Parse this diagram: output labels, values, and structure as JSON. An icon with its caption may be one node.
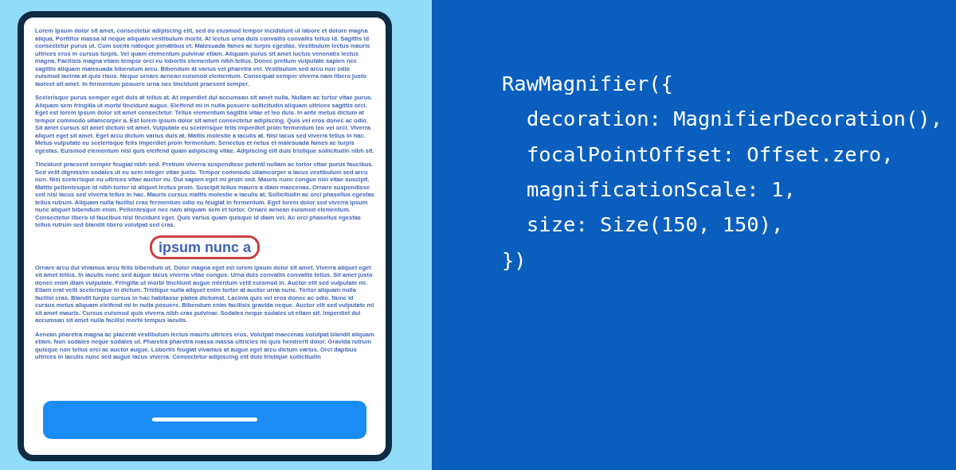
{
  "diagram": {
    "nodes": [
      {
        "text": [
          "Lorem ipsum dolor sit amet, consectetur adipiscing elit, sed do eiusmod tempor incididunt ut labore et dolore magna aliqua. Porttitor massa id neque aliquam vestibulum morbi. At lectus urna duis convallis convallis tellus id. Sagittis id consectetur purus ut. Cum sociis natoque penatibus et. Malesuada fames ac turpis egestas. Vestibulum lectus mauris ultrices eros in cursus turpis. Vel quam elementum pulvinar etiam. Aliquam purus sit amet luctus venenatis lectus magna. Facilisis magna etiam tempor orci eu lobortis elementum nibh tellus. Donec pretium vulputate sapien nec sagittis aliquam malesuada bibendum arcu. Bibendum at varius vel pharetra vel. Vestibulum sed arcu non odio euismod lacinia at quis risus. Neque ornare aenean euismod elementum. Consequat semper viverra nam libero justo laoreet sit amet. In fermentum posuere urna nec tincidunt praesent semper.",
          "Scelerisque purus semper eget duis at tellus at. At imperdiet dui accumsan sit amet nulla. Nullam ac tortor vitae purus. Aliquam sem fringilla ut morbi tincidunt augue. Eleifend mi in nulla posuere sollicitudin aliquam ultrices sagittis orci. Eget est lorem ipsum dolor sit amet consectetur. Tellus elementum sagittis vitae et leo duis. In ante metus dictum at tempor commodo ullamcorper a. Est lorem ipsum dolor sit amet consectetur adipiscing. Quis vel eros donec ac odio. Sit amet cursus sit amet dictum sit amet. Vulputate eu scelerisque felis imperdiet proin fermentum leo vel orci. Viverra aliquet eget sit amet. Eget arcu dictum varius duis at. Mattis molestie a iaculis at. Nisl lacus sed viverra tellus in hac. Metus vulputate eu scelerisque felis imperdiet proin fermentum. Senectus et netus et malesuada fames ac turpis egestas. Euismod elementum nisi quis eleifend quam adipiscing vitae. Adipiscing elit duis tristique sollicitudin nibh sit.",
          "Tincidunt praesent semper feugiat nibh sed. Pretium viverra suspendisse potenti nullam ac tortor vitae purus faucibus. Sed velit dignissim sodales ut eu sem integer vitae justo. Tempor commodo ullamcorper a lacus vestibulum sed arcu non. Nisi scelerisque eu ultrices vitae auctor eu. Dui sapien eget mi proin sed. Mauris nunc congue nisi vitae suscipit. Mattis pellentesque id nibh tortor id aliquet lectus proin. Suscipit tellus mauris a diam maecenas. Ornare suspendisse sed nisi lacus sed viverra tellus in hac. Mauris cursus mattis molestie a iaculis at. Sollicitudin ac orci phasellus egestas tellus rutrum. Aliquam nulla facilisi cras fermentum odio eu feugiat in fermentum. Eget lorem dolor sed viverra ipsum nunc aliquet bibendum enim. Pellentesque nec nam aliquam sem et tortor. Ornare aenean euismod elementum. Consectetur libero id faucibus nisl tincidunt eget. Quis varius quam quisque id diam vel. Ac orci phasellus egestas tellus rutrum sed blandit libero volutpat sed cras.",
          "Ornare arcu dui vivamus arcu felis bibendum ut. Dolor magna eget est lorem ipsum dolor sit amet. Viverra aliquet eget sit amet tellus. In iaculis nunc sed augue lacus viverra vitae congue. Urna duis convallis convallis tellus. Sit amet justo donec enim diam vulputate. Fringilla ut morbi tincidunt augue interdum velit euismod in. Auctor elit sed vulputate mi. Etiam erat velit scelerisque in dictum. Tristique nulla aliquet enim tortor at auctor urna nunc. Tortor aliquam nulla facilisi cras. Blandit turpis cursus in hac habitasse platea dictumst. Lacinia quis vel eros donec ac odio. Nunc id cursus metus aliquam eleifend mi in nulla posuere. Bibendum enim facilisis gravida neque. Auctor elit sed vulputate mi sit amet mauris. Cursus euismod quis viverra nibh cras pulvinar. Sodales neque sodales ut etiam sit. Imperdiet dui accumsan sit amet nulla facilisi morbi tempus iaculis.",
          "Aenean pharetra magna ac placerat vestibulum lectus mauris ultrices eros. Volutpat maecenas volutpat blandit aliquam etiam. Non sodales neque sodales ut. Pharetra pharetra massa massa ultricies mi quis hendrerit dolor. Gravida rutrum quisque non tellus orci ac auctor augue. Lobortis feugiat vivamus at augue eget arcu dictum varius. Orci dapibus ultrices in iaculis nunc sed augue lacus viverra. Consectetur adipiscing elit duis tristique sollicitudin"
        ]
      },
      {
        "text": [
          "ipsum nunc a"
        ],
        "in": 0
      }
    ],
    "labels": [
      "RawMagnifier({",
      "decoration: MagnifierDecoration(),",
      "focalPointOffset: Offset.zero,",
      "magnificationScale: 1,",
      "size: Size(150, 150),",
      "})"
    ]
  }
}
